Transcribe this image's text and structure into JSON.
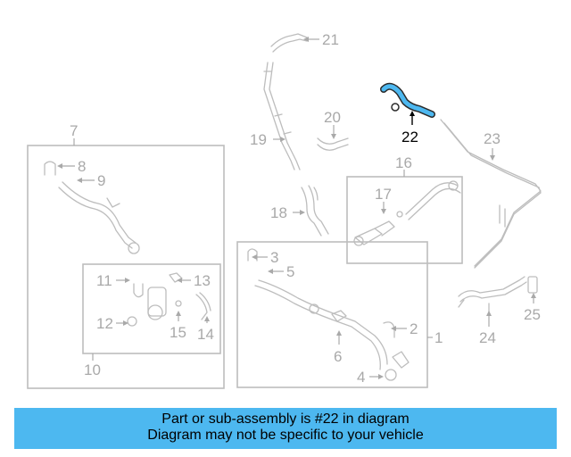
{
  "diagram": {
    "highlighted_part": "22",
    "highlight_color": "#4db8f0",
    "callouts": [
      "1",
      "2",
      "3",
      "4",
      "5",
      "6",
      "7",
      "8",
      "9",
      "10",
      "11",
      "12",
      "13",
      "14",
      "15",
      "16",
      "17",
      "18",
      "19",
      "20",
      "21",
      "22",
      "23",
      "24",
      "25"
    ]
  },
  "banner": {
    "line1": "Part or sub-assembly is #22 in diagram",
    "line2": "Diagram may not be specific to your vehicle",
    "background": "#4db8f0"
  }
}
